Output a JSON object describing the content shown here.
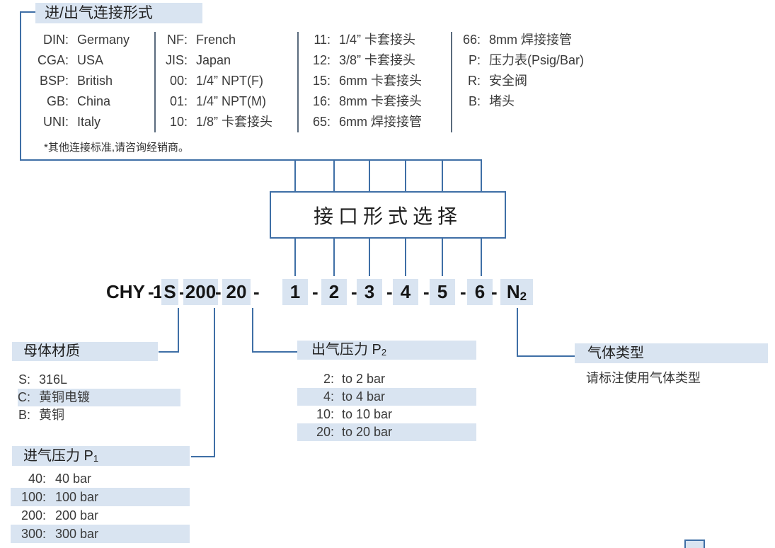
{
  "colors": {
    "highlight": "#d9e4f1",
    "connector_line": "#3f6fa6",
    "table_divider": "#5a6b7d",
    "text": "#333333",
    "code_text": "#151515"
  },
  "connection": {
    "title": "进/出气连接形式",
    "note": "*其他连接标准,请咨询经销商。",
    "columns": [
      {
        "rows": [
          {
            "label": "DIN:",
            "value": "Germany"
          },
          {
            "label": "CGA:",
            "value": "USA"
          },
          {
            "label": "BSP:",
            "value": "British"
          },
          {
            "label": "GB:",
            "value": "China"
          },
          {
            "label": "UNI:",
            "value": "Italy"
          }
        ]
      },
      {
        "rows": [
          {
            "label": "NF:",
            "value": "French"
          },
          {
            "label": "JIS:",
            "value": "Japan"
          },
          {
            "label": "00:",
            "value": "1/4” NPT(F)"
          },
          {
            "label": "01:",
            "value": "1/4” NPT(M)"
          },
          {
            "label": "10:",
            "value": "1/8” 卡套接头"
          }
        ]
      },
      {
        "rows": [
          {
            "label": "11:",
            "value": "1/4” 卡套接头"
          },
          {
            "label": "12:",
            "value": "3/8” 卡套接头"
          },
          {
            "label": "15:",
            "value": "6mm 卡套接头"
          },
          {
            "label": "16:",
            "value": "8mm 卡套接头"
          },
          {
            "label": "65:",
            "value": "6mm 焊接接管"
          }
        ]
      },
      {
        "rows": [
          {
            "label": "66:",
            "value": "8mm 焊接接管"
          },
          {
            "label": "P:",
            "value": "压力表(Psig/Bar)"
          },
          {
            "label": "R:",
            "value": "安全阀"
          },
          {
            "label": "B:",
            "value": "堵头"
          }
        ]
      }
    ]
  },
  "selector": {
    "label": "接口形式选择"
  },
  "model_code": {
    "full_text": "CHY - 1S -200- 20 - 1 - 2 - 3 - 4 - 5 - 6 - N2",
    "segments": [
      {
        "t": "CHY"
      },
      {
        "t": "-"
      },
      {
        "t": "1"
      },
      {
        "t": "S",
        "hl": true
      },
      {
        "t": "-"
      },
      {
        "t": "200",
        "hl": true
      },
      {
        "t": "-"
      },
      {
        "t": "20",
        "hl": true
      },
      {
        "t": "-"
      },
      {
        "t": "1",
        "hl": true
      },
      {
        "t": "-"
      },
      {
        "t": "2",
        "hl": true
      },
      {
        "t": "-"
      },
      {
        "t": "3",
        "hl": true
      },
      {
        "t": "-"
      },
      {
        "t": "4",
        "hl": true
      },
      {
        "t": "-"
      },
      {
        "t": "5",
        "hl": true
      },
      {
        "t": "-"
      },
      {
        "t": "6",
        "hl": true
      },
      {
        "t": "-"
      },
      {
        "t": "N",
        "sub": "2",
        "hl": true
      }
    ]
  },
  "body_material": {
    "title": "母体材质",
    "items": [
      {
        "label": "S:",
        "value": "316L",
        "hl": false
      },
      {
        "label": "C:",
        "value": "黄铜电镀",
        "hl": true
      },
      {
        "label": "B:",
        "value": "黄铜",
        "hl": false
      }
    ]
  },
  "inlet_pressure": {
    "title": "进气压力 P",
    "subscript": "1",
    "items": [
      {
        "label": "40:",
        "value": "40 bar",
        "hl": false
      },
      {
        "label": "100:",
        "value": "100 bar",
        "hl": true
      },
      {
        "label": "200:",
        "value": "200 bar",
        "hl": false
      },
      {
        "label": "300:",
        "value": "300 bar",
        "hl": true
      }
    ]
  },
  "outlet_pressure": {
    "title": "出气压力 P",
    "subscript": "2",
    "items": [
      {
        "label": "2:",
        "value": "to 2 bar",
        "hl": false
      },
      {
        "label": "4:",
        "value": "to 4 bar",
        "hl": true
      },
      {
        "label": "10:",
        "value": "to 10 bar",
        "hl": false
      },
      {
        "label": "20:",
        "value": "to 20 bar",
        "hl": true
      }
    ]
  },
  "gas_type": {
    "title": "气体类型",
    "note": "请标注使用气体类型"
  }
}
